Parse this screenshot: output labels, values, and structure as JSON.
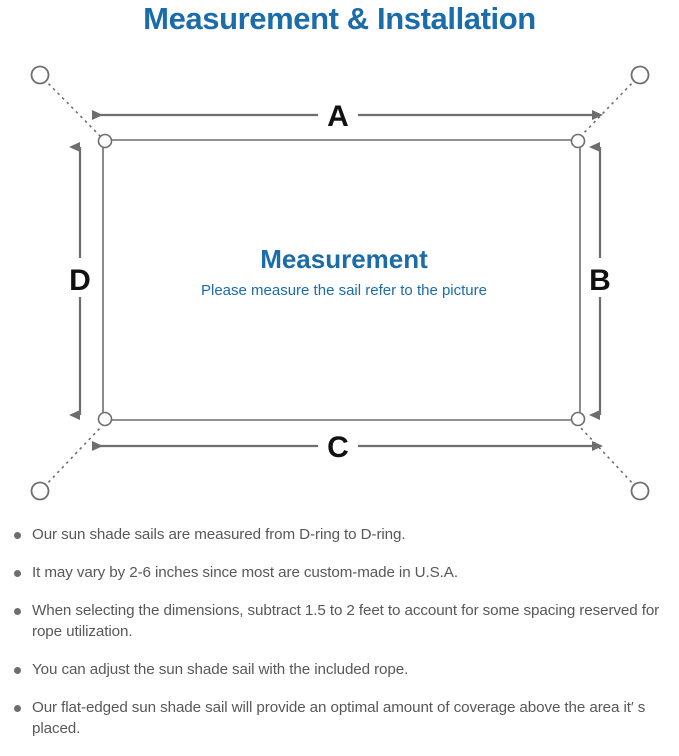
{
  "page": {
    "title": "Measurement & Installation",
    "background_color": "#ffffff",
    "accent_color": "#1b6cab",
    "line_color": "#6e6e6e",
    "text_color": "#585858"
  },
  "diagram": {
    "name": "shade-sail-measurement-diagram",
    "center": {
      "title": "Measurement",
      "subtitle": "Please measure the sail refer to the picture"
    },
    "dimension_labels": {
      "top": "A",
      "right": "B",
      "bottom": "C",
      "left": "D"
    },
    "corners": [
      {
        "name": "top-left",
        "anchor": "mounting-point",
        "ring": "d-ring"
      },
      {
        "name": "top-right",
        "anchor": "mounting-point",
        "ring": "d-ring"
      },
      {
        "name": "bottom-left",
        "anchor": "mounting-point",
        "ring": "d-ring"
      },
      {
        "name": "bottom-right",
        "anchor": "mounting-point",
        "ring": "d-ring"
      }
    ]
  },
  "notes": [
    "Our sun shade sails are measured from D-ring to D-ring.",
    "It may vary by 2-6 inches since most are custom-made in U.S.A.",
    "When selecting the dimensions, subtract 1.5 to 2 feet to account for some spacing reserved for rope utilization.",
    "You can adjust the sun shade sail with the included rope.",
    "Our flat-edged sun shade sail will provide an optimal amount of coverage above the area it′ s placed."
  ]
}
